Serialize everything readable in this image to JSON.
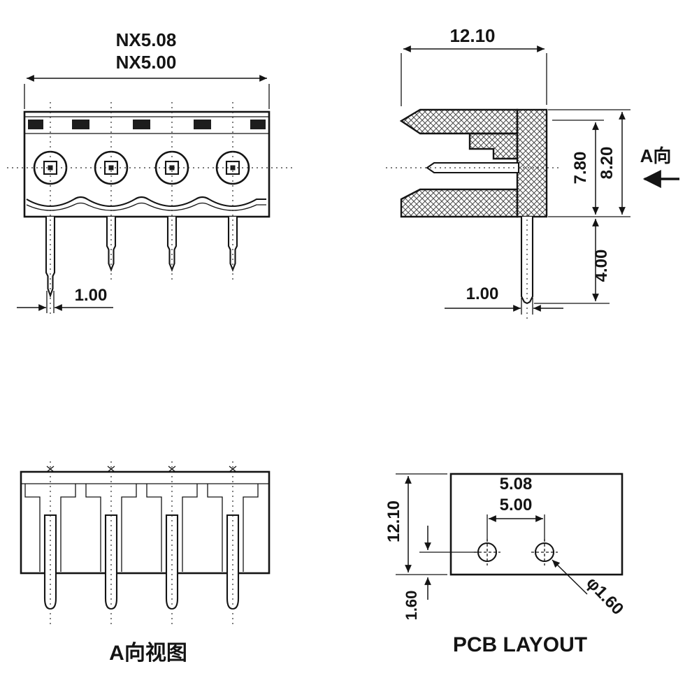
{
  "drawing": {
    "title": "terminal-block-connector-dimension-drawing"
  },
  "front_view": {
    "dim_pitch_upper": "NX5.08",
    "dim_pitch_lower": "NX5.00",
    "dim_pin_width": "1.00"
  },
  "side_view": {
    "dim_depth": "12.10",
    "dim_height_inner": "7.80",
    "dim_height_total": "8.20",
    "direction_label": "A向",
    "dim_pin_length": "4.00",
    "dim_pin_width": "1.00"
  },
  "a_view": {
    "caption": "A向视图"
  },
  "pcb_layout": {
    "dim_depth": "12.10",
    "dim_pitch_upper": "5.08",
    "dim_pitch_lower": "5.00",
    "dim_hole_offset": "1.60",
    "dim_hole_diameter": "φ1.60",
    "caption": "PCB LAYOUT"
  },
  "colors": {
    "line": "#141414",
    "background": "#ffffff"
  }
}
